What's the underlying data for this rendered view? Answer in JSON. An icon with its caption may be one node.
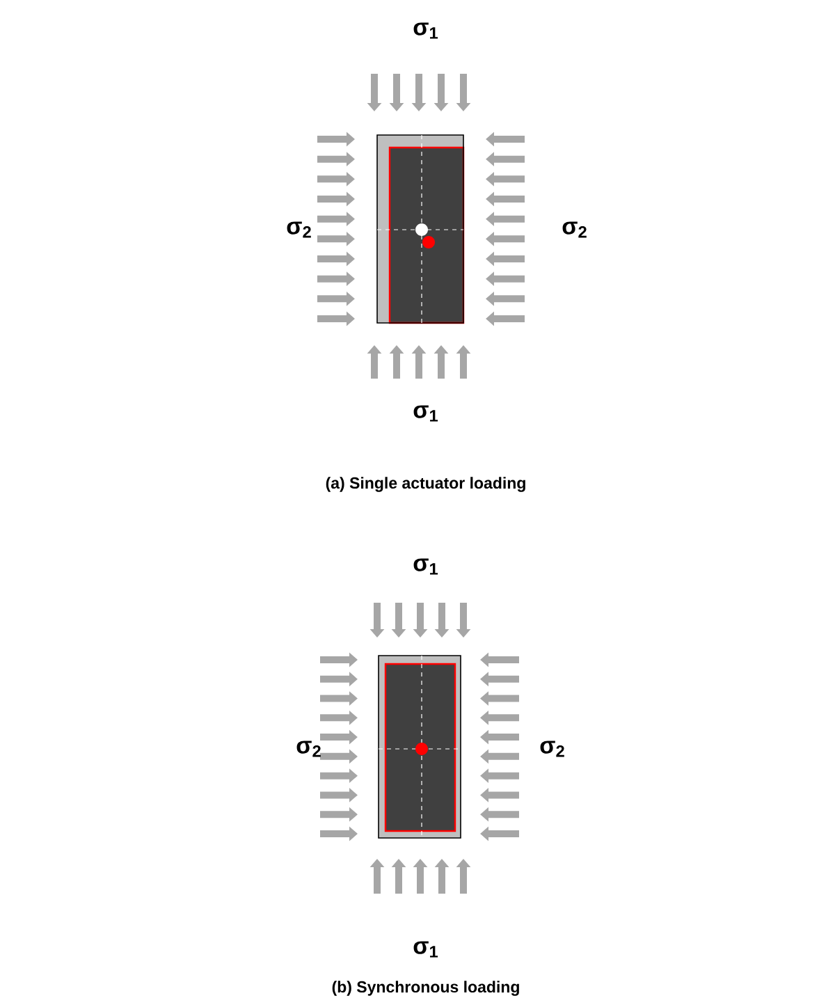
{
  "diagram": {
    "labels": [
      "σ$_{1}$",
      "σ$_{2}$",
      "σ$_{2}$",
      "σ$_{1}$",
      "(a) Single actuator loading",
      "σ$_{1}$",
      "σ$_{2}$",
      "σ$_{2}$",
      "σ$_{1}$",
      "(b) Synchronous loading"
    ]
  }
}
